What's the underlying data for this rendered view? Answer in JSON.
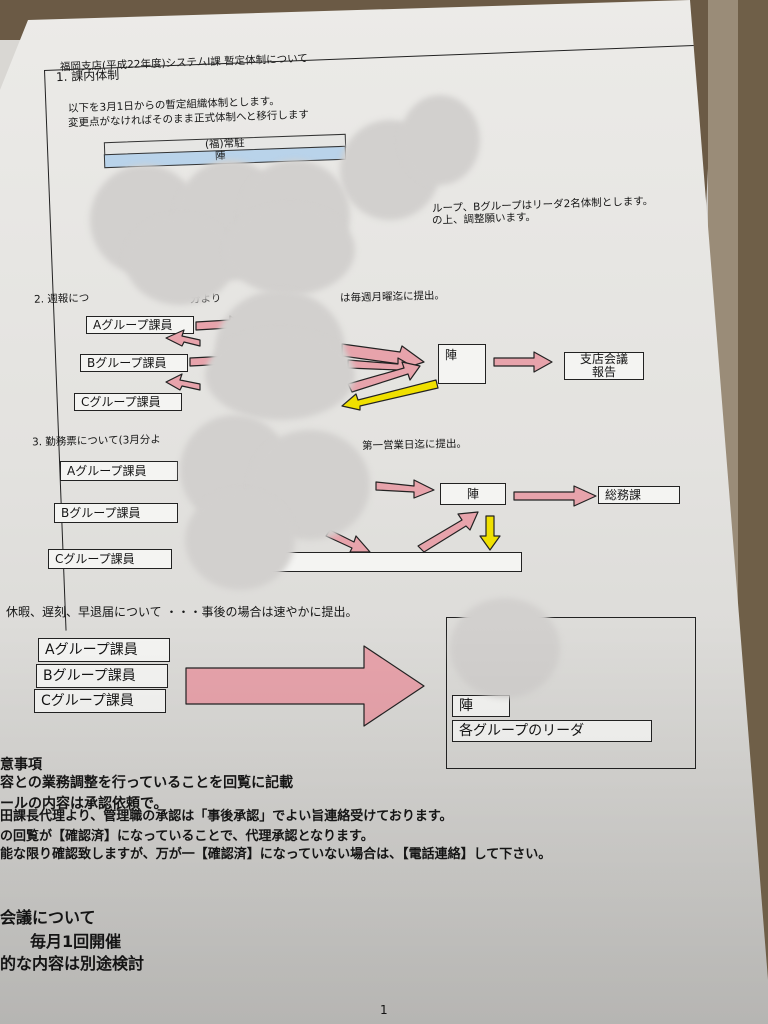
{
  "header": {
    "title": "福岡支店(平成22年度)システムⅠ課 暫定体制について"
  },
  "section1": {
    "heading": "1. 課内体制",
    "line1": "以下を3月1日からの暫定組織体制とします。",
    "line2": "変更点がなければそのまま正式体制へと移行します",
    "table_head": "(福)常駐",
    "table_row": "陣",
    "note1": "ループ、Bグループはリーダ2名体制とします。",
    "note2": "の上、調整願います。"
  },
  "section2": {
    "heading": "2. 週報につ",
    "heading_mid": "分より",
    "heading_end": "は毎週月曜迄に提出。",
    "groups": [
      "Aグループ課員",
      "Bグループ課員",
      "Cグループ課員"
    ],
    "jin": "陣",
    "target": "支店会議\n報告"
  },
  "section3": {
    "heading": "3. 勤務票について(3月分よ",
    "heading_end": "第一営業日迄に提出。",
    "groups": [
      "Aグループ課員",
      "Bグループ課員",
      "Cグループ課員"
    ],
    "jin": "陣",
    "target": "総務課"
  },
  "section4": {
    "heading": "休暇、遅刻、早退届について ・・・事後の場合は速やかに提出。",
    "groups": [
      "Aグループ課員",
      "Bグループ課員",
      "Cグループ課員"
    ],
    "jin": "陣",
    "leaders": "各グループのリーダ"
  },
  "notes": {
    "heading": "意事項",
    "lines": [
      "容との業務調整を行っていることを回覧に記載",
      "ールの内容は承認依頼で。",
      "田課長代理より、管理職の承認は「事後承認」でよい旨連絡受けております。",
      "の回覧が【確認済】になっていることで、代理承認となります。",
      "能な限り確認致しますが、万が一【確認済】になっていない場合は、【電話連絡】して下さい。"
    ]
  },
  "meeting": {
    "heading": "会議について",
    "lines": [
      "毎月1回開催",
      "的な内容は別途検討"
    ]
  },
  "page_number": "1",
  "colors": {
    "pink_arrow": "#e7a3ab",
    "yellow_arrow": "#f0e000",
    "paper": "#e8e7e4"
  }
}
